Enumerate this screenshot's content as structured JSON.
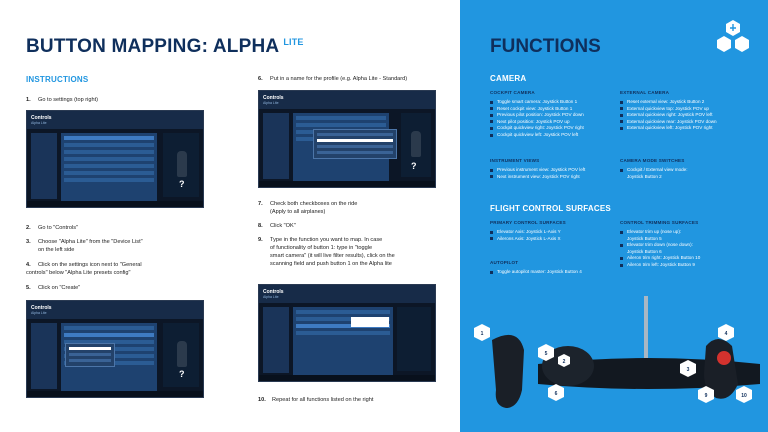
{
  "header": {
    "title": "BUTTON MAPPING: ALPHA",
    "title_suffix": "LITE"
  },
  "instructions": {
    "heading": "INSTRUCTIONS",
    "steps": [
      {
        "num": "1.",
        "text": "Go to settings (top right)"
      },
      {
        "num": "2.",
        "text": "Go to \"Controls\""
      },
      {
        "num": "3.",
        "text": "Choose \"Alpha Lite\" from the \"Device List\"",
        "cont": "on the left side"
      },
      {
        "num": "4.",
        "text": "Click on the settings icon next to \"General",
        "cont": "controls\" below \"Alpha Lite presets config\""
      },
      {
        "num": "5.",
        "text": "Click on \"Create\""
      },
      {
        "num": "6.",
        "text": "Put in a name for the profile (e.g. Alpha Lite - Standard)"
      },
      {
        "num": "7.",
        "text": "Check both checkboxes on the ride",
        "cont": "(Apply to all airplanes)"
      },
      {
        "num": "8.",
        "text": "Click \"OK\""
      },
      {
        "num": "9.",
        "text": "Type in the function you want to map. In case",
        "cont": "of functionality of button 1: type in \"toggle",
        "cont2": "smart camera\" (it will live filter results), click on the",
        "cont3": "scanning field and push button 1 on the Alpha lite"
      },
      {
        "num": "10.",
        "text": "Repeat for all functions listed on the right"
      }
    ]
  },
  "screenshot": {
    "app_name": "Controls",
    "app_sub": "Alpha Lite",
    "help_mark": "?"
  },
  "functions": {
    "title": "FUNCTIONS",
    "camera": {
      "heading": "CAMERA",
      "cockpit": {
        "heading": "COCKPIT CAMERA",
        "items": [
          "Toggle smart camera: Joystick Button 1",
          "Reset cockpit view: Joystick Button 1",
          "Previous pilot position: Joystick POV down",
          "Next pilot position: Joystick POV up",
          "Cockpit quickview right: Joystick POV right",
          "Cockpit quickview left: Joystick POV left"
        ]
      },
      "external": {
        "heading": "EXTERNAL CAMERA",
        "items": [
          "Reset external view: Joystick Button 2",
          "External quickview top: Joystick POV up",
          "External quickview right: Joystick POV left",
          "External quickview rear: Joystick POV down",
          "External quickview left: Joystick POV right"
        ]
      },
      "instrument": {
        "heading": "INSTRUMENT VIEWS",
        "items": [
          "Previous instrument view: Joystick POV left",
          "Next instrument view: Joystick POV right"
        ]
      },
      "mode": {
        "heading": "CAMERA MODE SWITCHES",
        "items": [
          {
            "text": "Cockpit / External view mode:",
            "cont": "Joystick Button 2"
          }
        ]
      }
    },
    "flight": {
      "heading": "FLIGHT CONTROL SURFACES",
      "primary": {
        "heading": "PRIMARY CONTROL SURFACES",
        "items": [
          "Elevator Axis: Joystick L-Axis Y",
          "Ailerons Axis: Joystick L-Axis X"
        ]
      },
      "autopilot": {
        "heading": "AUTOPILOT",
        "items": [
          "Toggle autopilot master: Joystick Button 4"
        ]
      },
      "trimming": {
        "heading": "CONTROL TRIMMING SURFACES",
        "items": [
          {
            "text": "Elevator trim up (nose up):",
            "cont": "Joystick Button 5"
          },
          {
            "text": "Elevator trim down (nose down):",
            "cont": "Joystick Button 6"
          },
          {
            "text": "Aileron trim right: Joystick Button 10"
          },
          {
            "text": "Aileron trim left: Joystick Button 9"
          }
        ]
      }
    },
    "markers": [
      "1",
      "2",
      "3",
      "4",
      "5",
      "6",
      "9",
      "10"
    ]
  },
  "colors": {
    "accent": "#2196e0",
    "navy": "#0f2f5c",
    "panel_blue": "#2196e0"
  }
}
